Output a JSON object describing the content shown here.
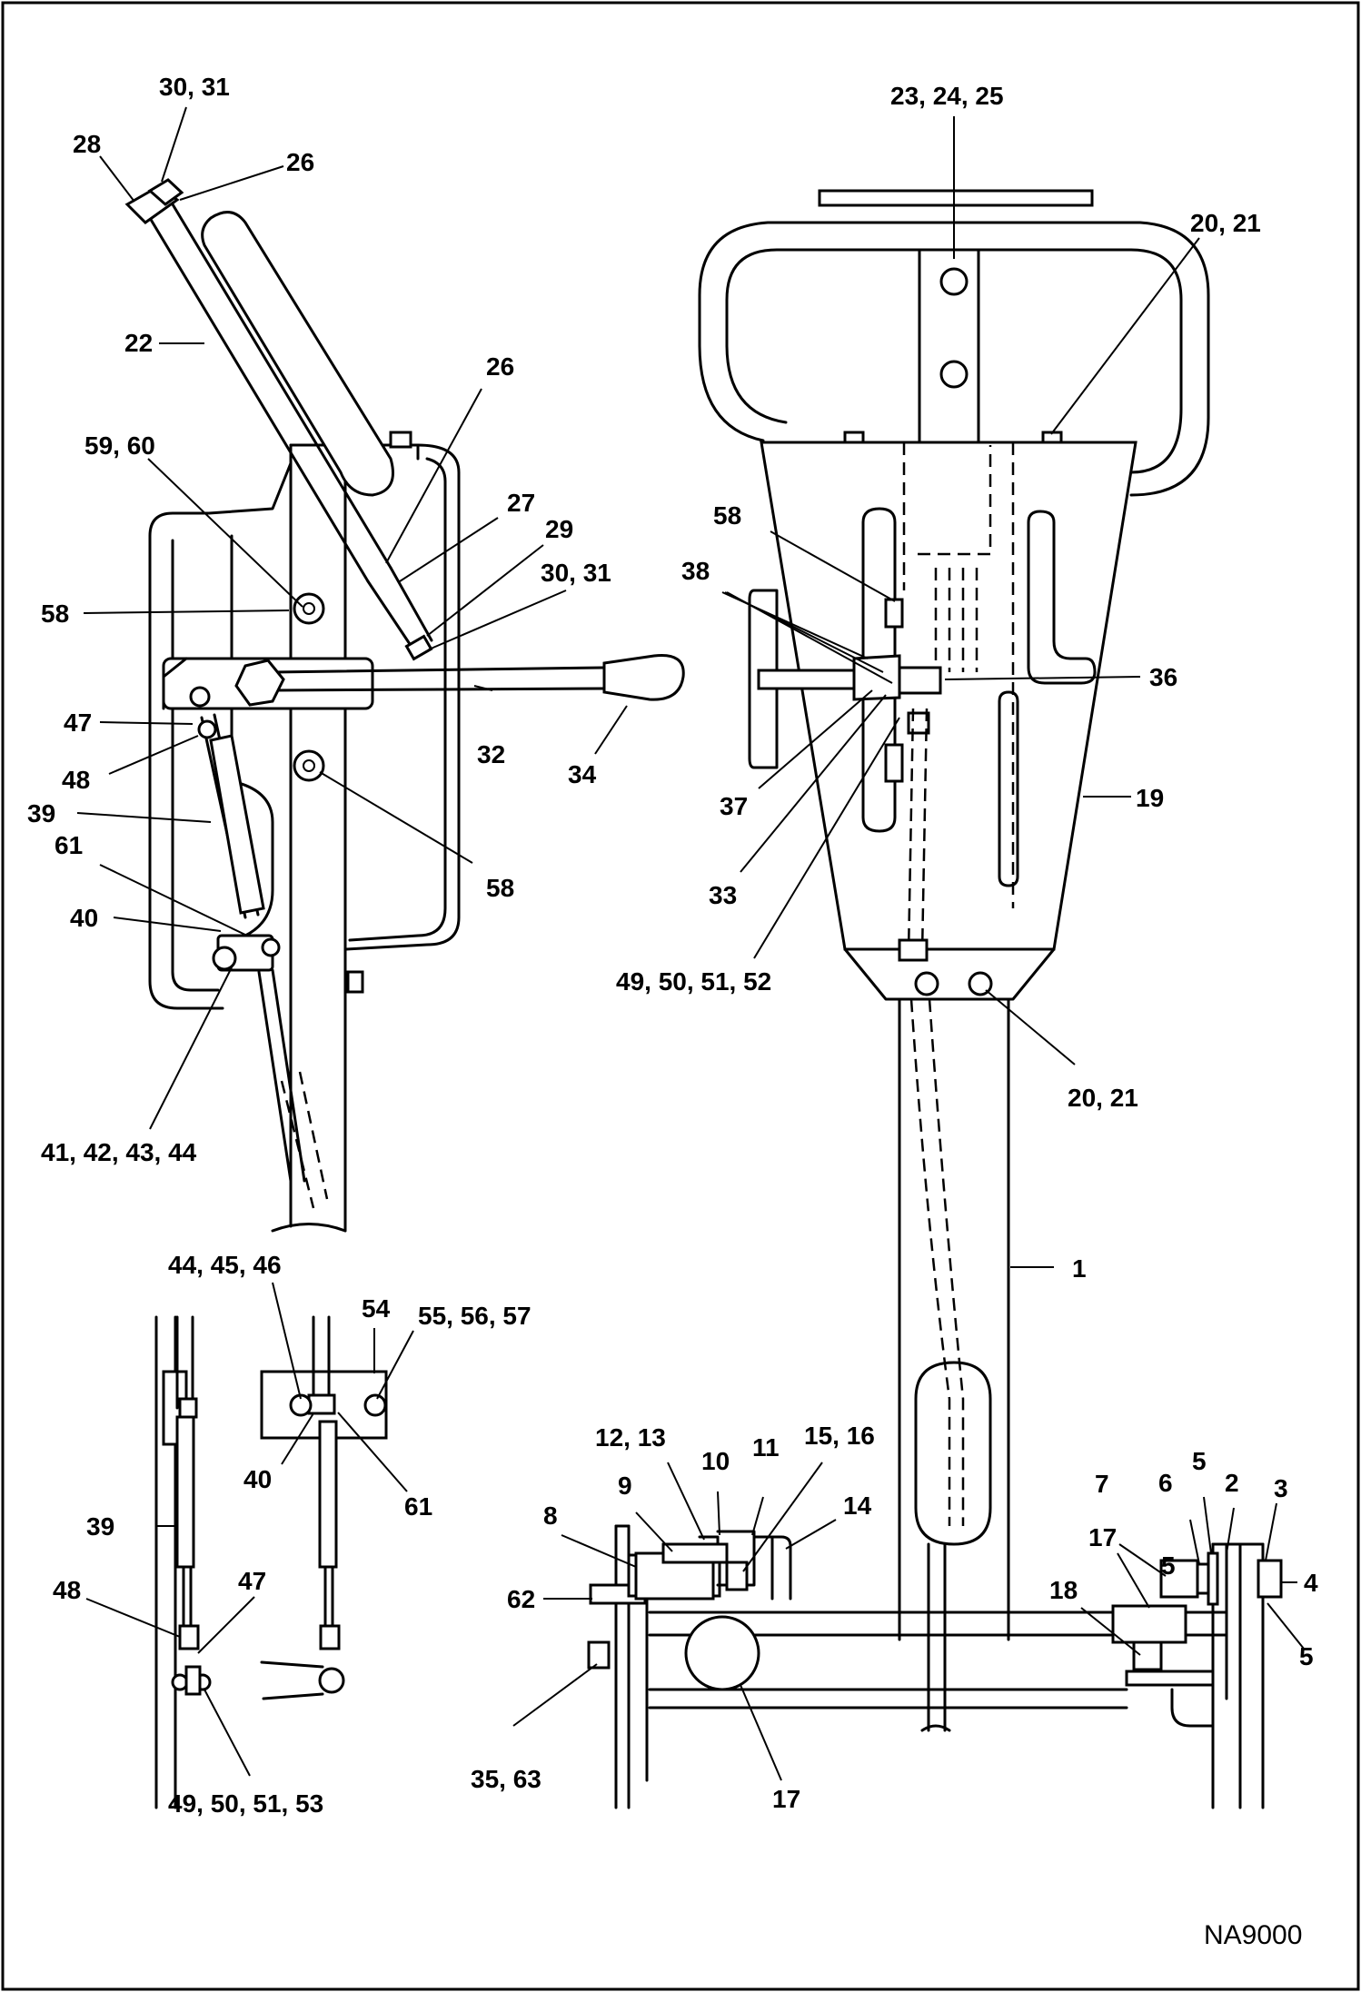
{
  "figure_code": "NA9000",
  "callouts": [
    {
      "id": "c-30-31-top",
      "text": "30, 31"
    },
    {
      "id": "c-28",
      "text": "28"
    },
    {
      "id": "c-26-top",
      "text": "26"
    },
    {
      "id": "c-22",
      "text": "22"
    },
    {
      "id": "c-26-mid",
      "text": "26"
    },
    {
      "id": "c-59-60",
      "text": "59, 60"
    },
    {
      "id": "c-27",
      "text": "27"
    },
    {
      "id": "c-29",
      "text": "29"
    },
    {
      "id": "c-30-31-mid",
      "text": "30, 31"
    },
    {
      "id": "c-58-left",
      "text": "58"
    },
    {
      "id": "c-47-left",
      "text": "47"
    },
    {
      "id": "c-48-left",
      "text": "48"
    },
    {
      "id": "c-32",
      "text": "32"
    },
    {
      "id": "c-34",
      "text": "34"
    },
    {
      "id": "c-39-left",
      "text": "39"
    },
    {
      "id": "c-61-left",
      "text": "61"
    },
    {
      "id": "c-58-lower",
      "text": "58"
    },
    {
      "id": "c-40-left",
      "text": "40"
    },
    {
      "id": "c-41-44",
      "text": "41, 42, 43, 44"
    },
    {
      "id": "c-23-25",
      "text": "23, 24, 25"
    },
    {
      "id": "c-20-21-top",
      "text": "20, 21"
    },
    {
      "id": "c-58-right",
      "text": "58"
    },
    {
      "id": "c-38",
      "text": "38"
    },
    {
      "id": "c-36",
      "text": "36"
    },
    {
      "id": "c-37",
      "text": "37"
    },
    {
      "id": "c-19",
      "text": "19"
    },
    {
      "id": "c-33",
      "text": "33"
    },
    {
      "id": "c-49-52",
      "text": "49, 50, 51, 52"
    },
    {
      "id": "c-20-21-bot",
      "text": "20, 21"
    },
    {
      "id": "c-1",
      "text": "1"
    },
    {
      "id": "c-44-46",
      "text": "44, 45, 46"
    },
    {
      "id": "c-54",
      "text": "54"
    },
    {
      "id": "c-55-57",
      "text": "55, 56, 57"
    },
    {
      "id": "c-40-detail",
      "text": "40"
    },
    {
      "id": "c-61-detail",
      "text": "61"
    },
    {
      "id": "c-39-detail",
      "text": "39"
    },
    {
      "id": "c-48-detail",
      "text": "48"
    },
    {
      "id": "c-47-detail",
      "text": "47"
    },
    {
      "id": "c-49-53",
      "text": "49, 50, 51, 53"
    },
    {
      "id": "c-12-13",
      "text": "12, 13"
    },
    {
      "id": "c-10",
      "text": "10"
    },
    {
      "id": "c-11",
      "text": "11"
    },
    {
      "id": "c-15-16",
      "text": "15, 16"
    },
    {
      "id": "c-9",
      "text": "9"
    },
    {
      "id": "c-14",
      "text": "14"
    },
    {
      "id": "c-8",
      "text": "8"
    },
    {
      "id": "c-62",
      "text": "62"
    },
    {
      "id": "c-35-63",
      "text": "35, 63"
    },
    {
      "id": "c-17-bot",
      "text": "17"
    },
    {
      "id": "c-5-a",
      "text": "5"
    },
    {
      "id": "c-7",
      "text": "7"
    },
    {
      "id": "c-6",
      "text": "6"
    },
    {
      "id": "c-2",
      "text": "2"
    },
    {
      "id": "c-3",
      "text": "3"
    },
    {
      "id": "c-17-right",
      "text": "17"
    },
    {
      "id": "c-5-b",
      "text": "5"
    },
    {
      "id": "c-4",
      "text": "4"
    },
    {
      "id": "c-18",
      "text": "18"
    },
    {
      "id": "c-5-c",
      "text": "5"
    }
  ]
}
